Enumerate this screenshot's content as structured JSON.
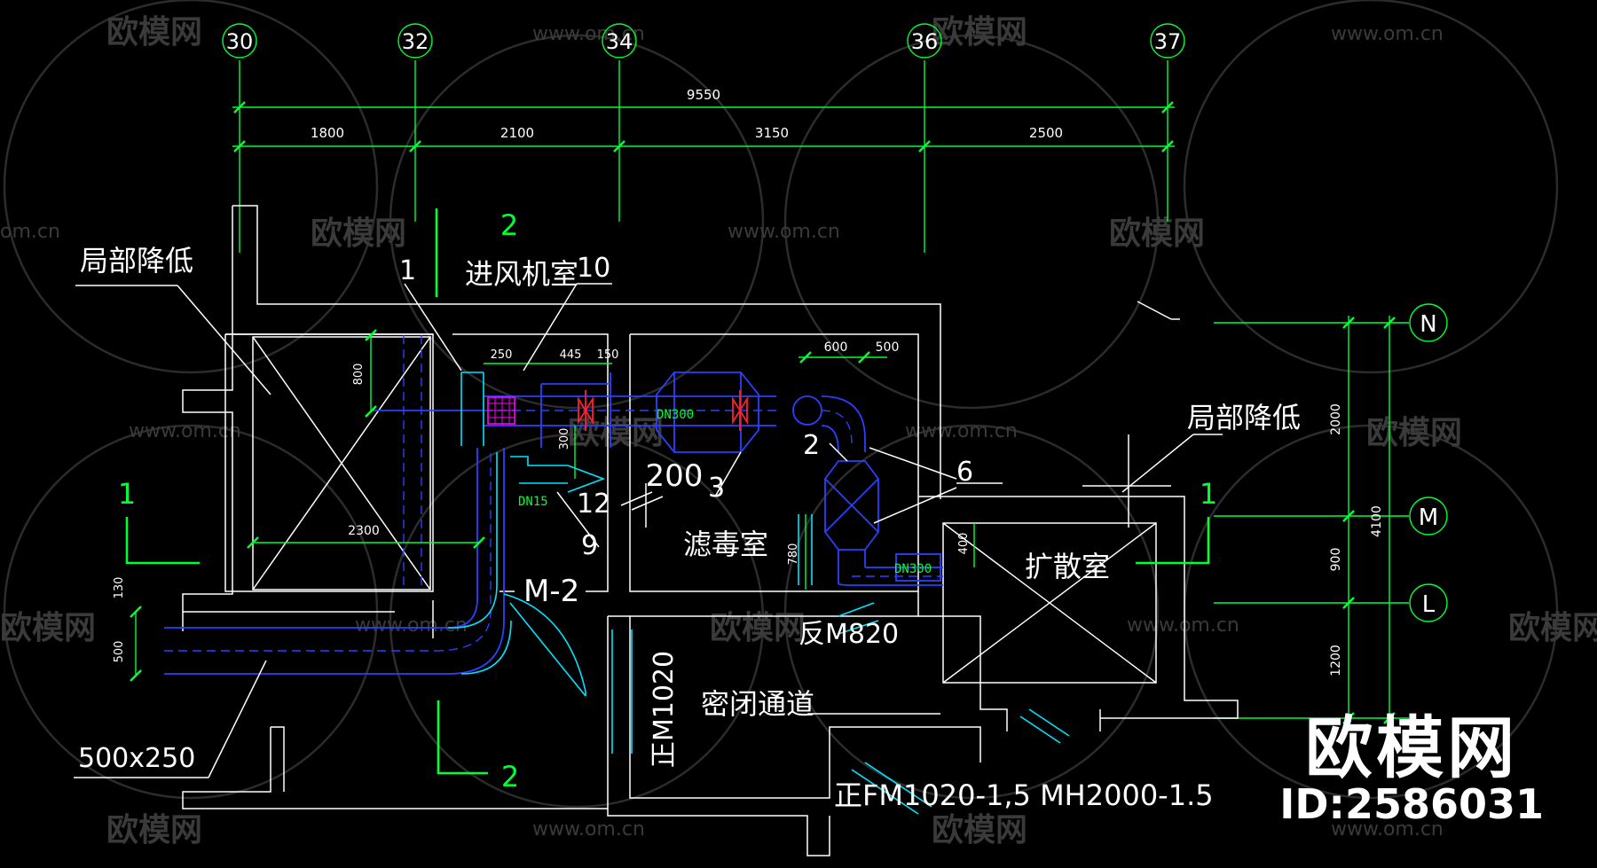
{
  "axes_top": [
    "30",
    "32",
    "34",
    "36",
    "37"
  ],
  "axes_right": [
    "N",
    "M",
    "L"
  ],
  "dims": {
    "total": "9550",
    "spans": [
      "1800",
      "2100",
      "3150",
      "2500"
    ],
    "pipe_a": "250",
    "pipe_b": "445",
    "pipe_c": "150",
    "pipe_d": "600",
    "pipe_e": "500",
    "v800": "800",
    "h2300": "2300",
    "v300": "300",
    "v780": "780",
    "v400": "400",
    "left_130": "130",
    "left_500": "500",
    "r2000": "2000",
    "r4100": "4100",
    "r900": "900",
    "r1200": "1200",
    "d200": "200"
  },
  "labels": {
    "local_lower_left": "局部降低",
    "local_lower_right": "局部降低",
    "intake_room": "进风机室",
    "filter_room": "滤毒室",
    "diffuse_room": "扩散室",
    "sealed_passage": "密闭通道",
    "door_m2": "M-2",
    "door_fm820": "反M820",
    "door_zm1020": "正M1020",
    "door_bottom": "正FM1020-1,5 MH2000-1.5",
    "duct_size": "500x250",
    "dn300_a": "DN300",
    "dn300_b": "DN300",
    "dn15": "DN15"
  },
  "callouts": [
    "1",
    "10",
    "2",
    "3",
    "6",
    "12",
    "9"
  ],
  "section_marks": {
    "s1_left": "1",
    "s1_right": "1",
    "s2_top": "2",
    "s2_bottom": "2"
  },
  "watermark": {
    "site": "www.om.cn",
    "site_short": "om.cn",
    "brand": "欧模网",
    "brand_big": "欧模网",
    "id": "ID:2586031"
  },
  "colors": {
    "background": "#000000",
    "wall": "#ffffff",
    "dimension": "#00ff33",
    "duct": "#2a40ff",
    "pipe": "#00e5ff",
    "valve": "#ff2030"
  }
}
